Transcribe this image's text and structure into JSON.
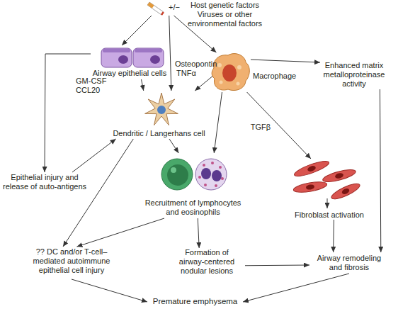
{
  "diagram": {
    "nodes": [
      {
        "text": [
          "+/−",
          "Host genetic factors Viruses or other environmental factors"
        ]
      },
      {
        "text": [
          "Airway epithelial cells"
        ]
      },
      {
        "text": [
          "Macrophage"
        ]
      },
      {
        "text": [
          "Enhanced matrix metalloproteinase activity"
        ]
      },
      {
        "text": [
          "Dendritic / Langerhans cell"
        ]
      },
      {
        "text": [
          "Epithelial injury and release of auto-antigens"
        ]
      },
      {
        "text": [
          "Recruitment of lymphocytes and eosinophils"
        ]
      },
      {
        "text": [
          "Fibroblast activation"
        ]
      },
      {
        "text": [
          "?? DC and/or T-cell–mediated autoimmune epithelial cell injury"
        ]
      },
      {
        "text": [
          "Formation of airway-centered nodular lesions"
        ]
      },
      {
        "text": [
          "Airway remodeling and fibrosis"
        ]
      },
      {
        "text": [
          "Premature emphysema"
        ]
      }
    ],
    "edges": [
      {
        "from": 0,
        "to": 1,
        "arrow": "to"
      },
      {
        "from": 0,
        "to": 4,
        "arrow": "to"
      },
      {
        "from": 0,
        "to": 2,
        "arrow": "to"
      },
      {
        "from": 1,
        "to": 4,
        "arrow": "to"
      },
      {
        "from": 1,
        "to": 5,
        "arrow": "to"
      },
      {
        "from": 5,
        "to": 4,
        "arrow": "to"
      },
      {
        "from": 2,
        "to": 4,
        "arrow": "to"
      },
      {
        "from": 2,
        "to": 3,
        "arrow": "to"
      },
      {
        "from": 2,
        "to": 6,
        "arrow": "to"
      },
      {
        "from": 2,
        "to": 7,
        "label": "TGFβ",
        "arrow": "to"
      },
      {
        "from": 4,
        "to": 6,
        "arrow": "to"
      },
      {
        "from": 4,
        "to": 8,
        "arrow": "to"
      },
      {
        "from": 6,
        "to": 8,
        "arrow": "to"
      },
      {
        "from": 6,
        "to": 9,
        "arrow": "to"
      },
      {
        "from": 7,
        "to": 10,
        "arrow": "to"
      },
      {
        "from": 3,
        "to": 10,
        "arrow": "to"
      },
      {
        "from": 9,
        "to": 10,
        "arrow": "to"
      },
      {
        "from": 8,
        "to": 11,
        "arrow": "to"
      },
      {
        "from": 10,
        "to": 11,
        "arrow": "to"
      }
    ],
    "labels": [
      "GM-CSF",
      "CCL20",
      "Osteopontin",
      "TNFα"
    ]
  }
}
